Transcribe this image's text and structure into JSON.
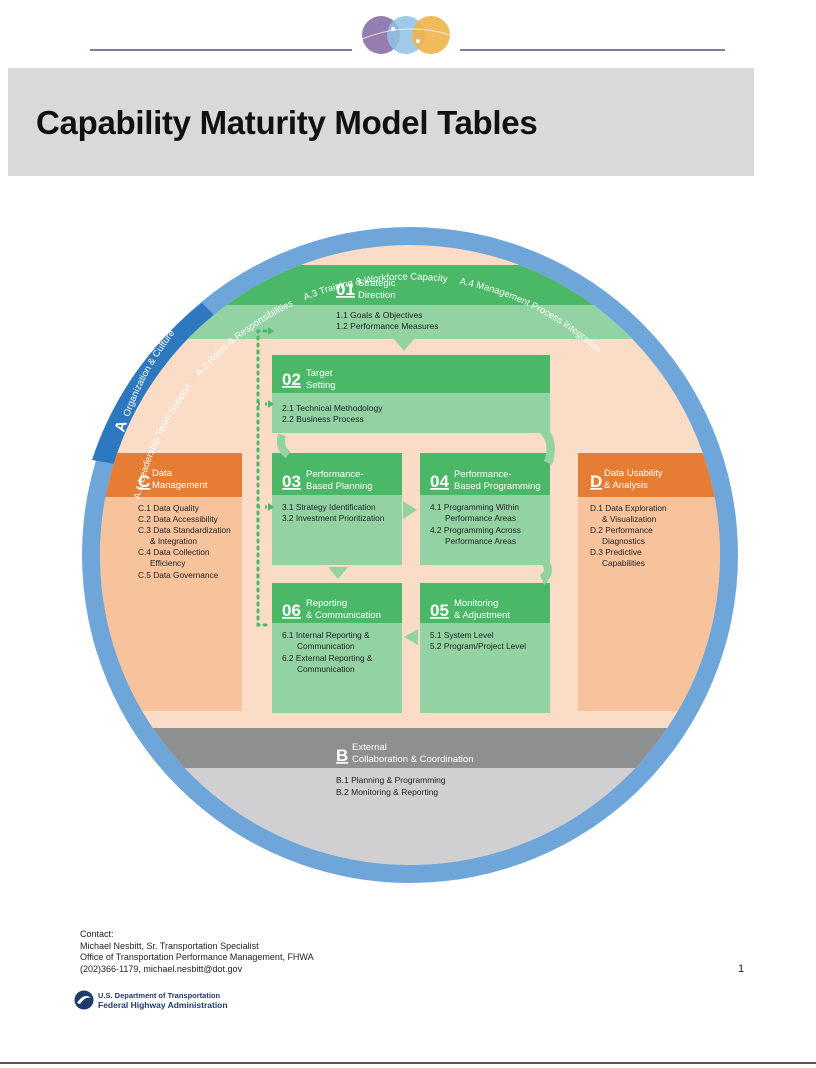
{
  "page": {
    "title": "Capability Maturity Model Tables",
    "page_number": "1"
  },
  "ring": {
    "a1": "A.1 Leadership Team Support",
    "a2": "A.2 Roles & Responsibilities",
    "a3": "A.3 Training & Workforce Capacity",
    "a4": "A.4 Management Process Integration",
    "a_letter": "A",
    "a_label": "Organization & Culture"
  },
  "box01": {
    "num": "01",
    "l1": "Strategic",
    "l2": "Direction",
    "i1": "1.1 Goals & Objectives",
    "i2": "1.2 Performance Measures"
  },
  "box02": {
    "num": "02",
    "l1": "Target",
    "l2": "Setting",
    "i1": "2.1 Technical Methodology",
    "i2": "2.2 Business Process"
  },
  "box03": {
    "num": "03",
    "l1": "Performance-",
    "l2": "Based Planning",
    "i1": "3.1 Strategy Identification",
    "i2": "3.2 Investment Prioritization"
  },
  "box04": {
    "num": "04",
    "l1": "Performance-",
    "l2": "Based Programming",
    "i1a": "4.1 Programming Within",
    "i1b": "Performance Areas",
    "i2a": "4.2 Programming  Across",
    "i2b": "Performance Areas"
  },
  "box05": {
    "num": "05",
    "l1": "Monitoring",
    "l2": "& Adjustment",
    "i1": "5.1 System Level",
    "i2": "5.2 Program/Project Level"
  },
  "box06": {
    "num": "06",
    "l1": "Reporting",
    "l2": "& Communication",
    "i1a": "6.1 Internal Reporting &",
    "i1b": "Communication",
    "i2a": "6.2 External Reporting &",
    "i2b": "Communication"
  },
  "boxC": {
    "letter": "C",
    "l1": "Data",
    "l2": "Management",
    "items": [
      "C.1 Data Quality",
      "C.2 Data Accessibility",
      "C.3 Data Standardization",
      "& Integration",
      "C.4 Data Collection",
      "Efficiency",
      "C.5 Data Governance"
    ]
  },
  "boxD": {
    "letter": "D",
    "l1": "Data Usability",
    "l2": "& Analysis",
    "items": [
      "D.1 Data Exploration",
      "& Visualization",
      "D.2 Performance",
      "Diagnostics",
      "D.3 Predictive",
      "Capabilities"
    ]
  },
  "boxB": {
    "letter": "B",
    "l1": "External",
    "l2": "Collaboration & Coordination",
    "i1": "B.1 Planning & Programming",
    "i2": "B.2 Monitoring & Reporting"
  },
  "contact": {
    "heading": "Contact:",
    "name": "Michael Nesbitt, Sr. Transportation Specialist",
    "office": "Office of Transportation Performance Management, FHWA",
    "phone_email": "(202)366-1179, michael.nesbitt@dot.gov"
  },
  "dot": {
    "line1": "U.S. Department of Transportation",
    "line2": "Federal Highway Administration"
  },
  "colors": {
    "ring": "#6fa6da",
    "ring_dark": "#2e78bf",
    "peach": "#fbdcc6",
    "green": "#4ab866",
    "green_light": "#93d3a3",
    "orange": "#e57d35",
    "orange_light": "#f6c39d",
    "gray": "#8e8f91",
    "gray_light": "#d0d0d2"
  }
}
